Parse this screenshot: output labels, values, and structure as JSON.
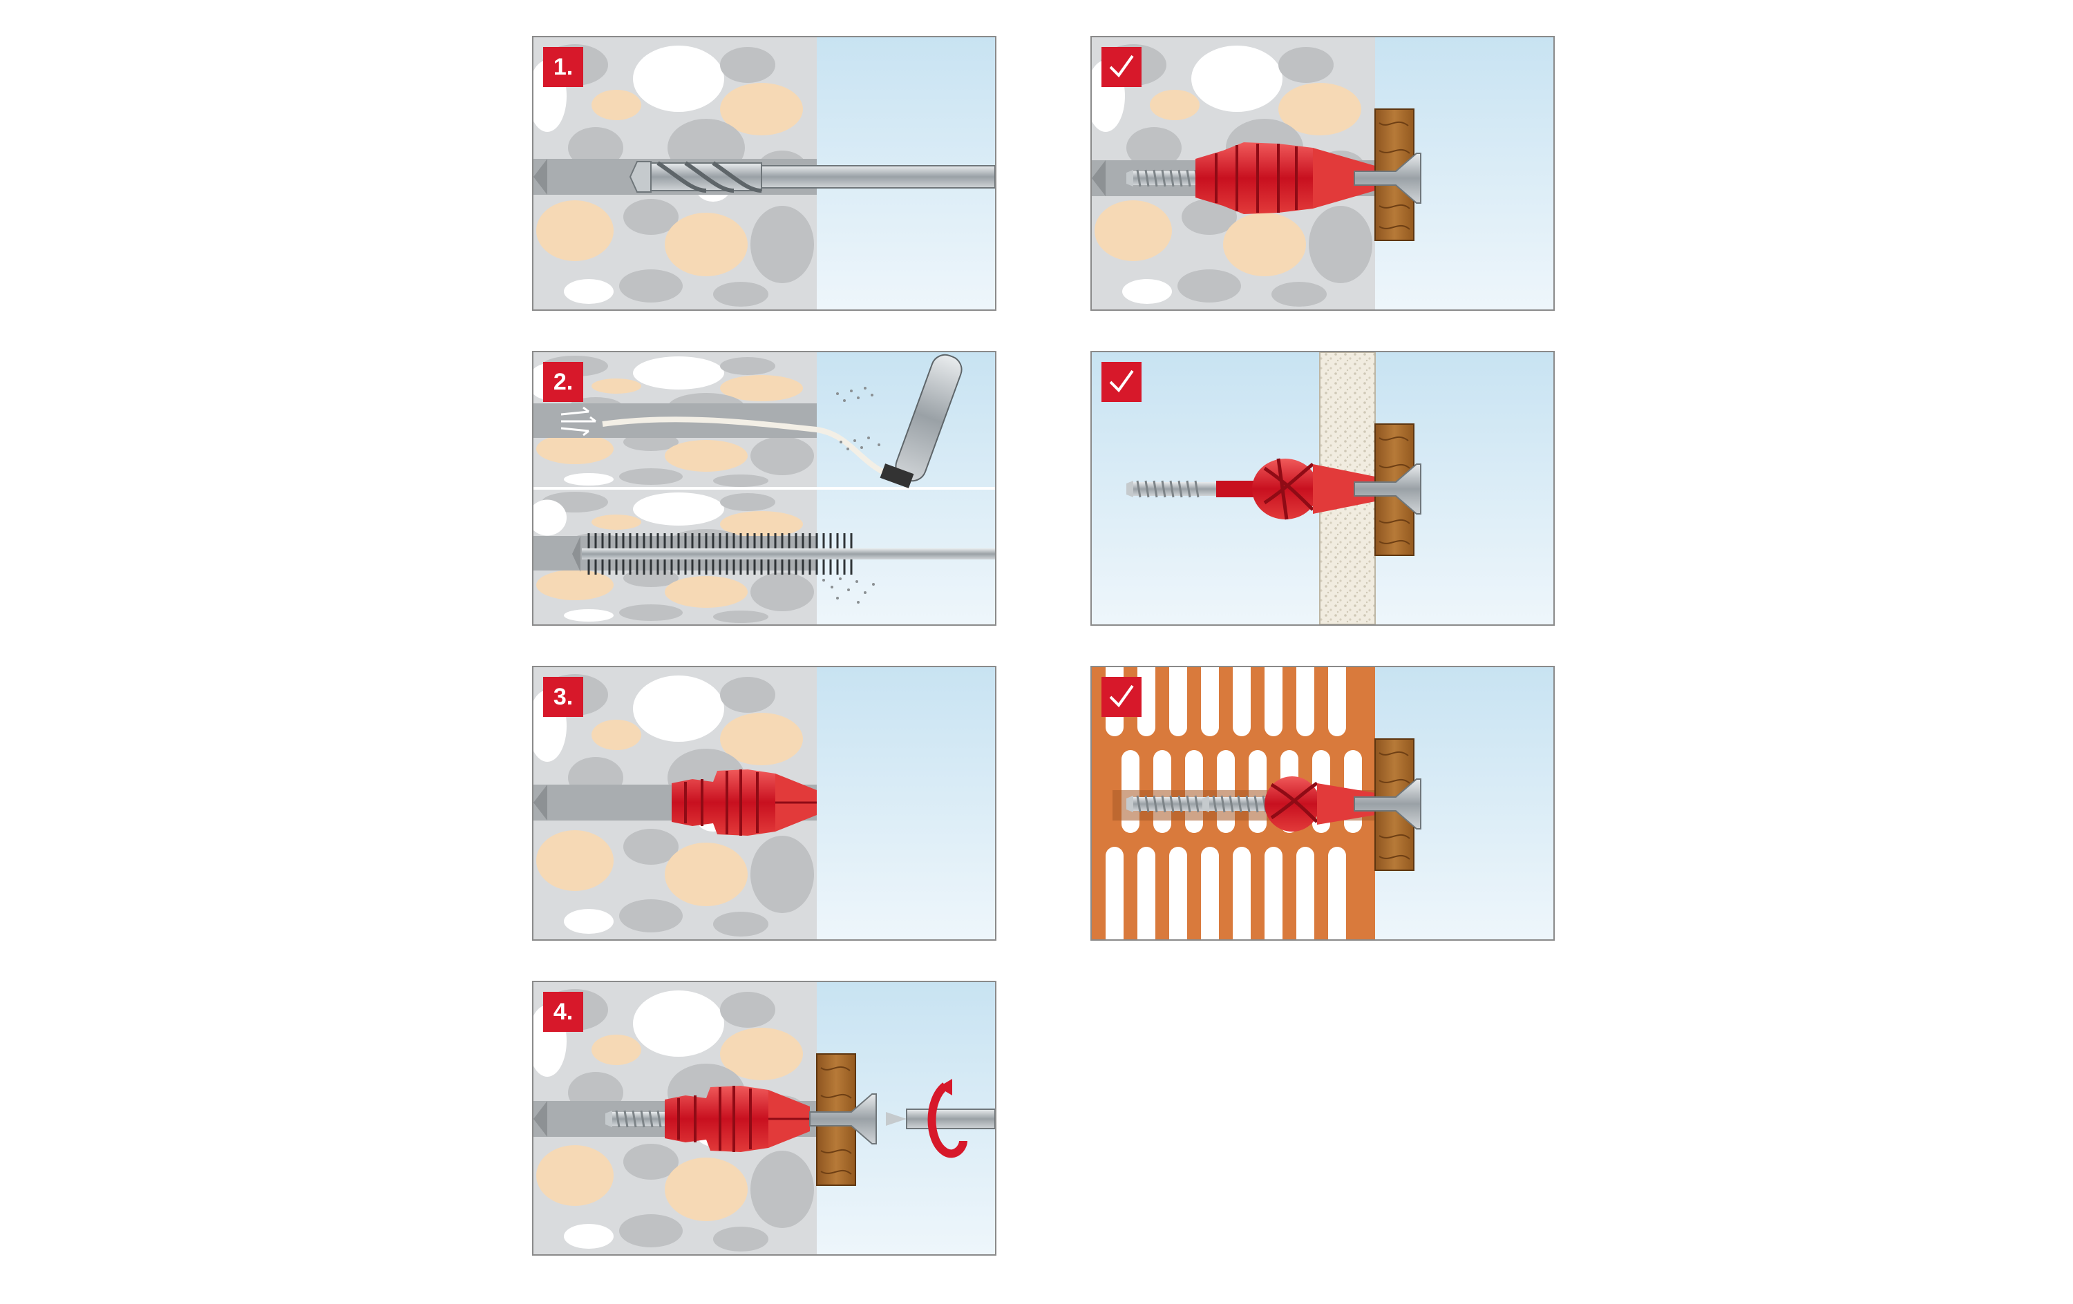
{
  "steps": [
    {
      "id": "step-1",
      "label": "1."
    },
    {
      "id": "step-2",
      "label": "2."
    },
    {
      "id": "step-3",
      "label": "3."
    },
    {
      "id": "step-4",
      "label": "4."
    }
  ],
  "results": [
    {
      "id": "result-concrete",
      "icon": "check-icon"
    },
    {
      "id": "result-aerated",
      "icon": "check-icon"
    },
    {
      "id": "result-hollow-brick",
      "icon": "check-icon"
    }
  ],
  "colors": {
    "badge": "#d7182a",
    "stone_gray": "#bfc1c3",
    "stone_sand": "#f6d9b5",
    "wall_bg": "#d9dbdd",
    "air_blue": "#cfe6f3",
    "plug_red": "#d7182a",
    "wood": "#a86a2c",
    "brick": "#d97a3c",
    "steel": "#b7bcc0"
  }
}
